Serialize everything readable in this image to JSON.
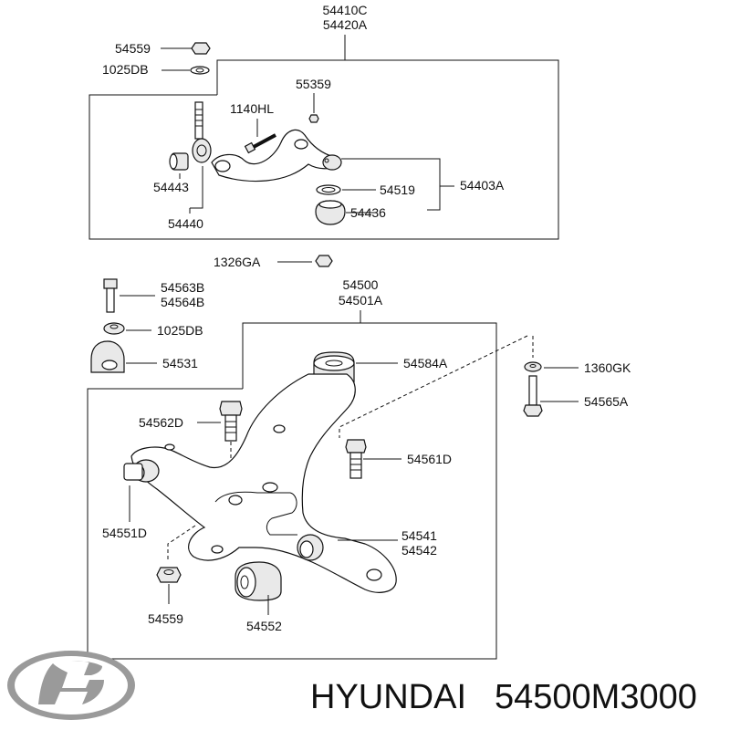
{
  "top_group": {
    "assembly_line1": "54410C",
    "assembly_line2": "54420A",
    "nut": "54559",
    "washer": "1025DB",
    "nut_small": "55359",
    "bolt": "1140HL",
    "bushing": "54443",
    "bushing_assy": "54440",
    "ring": "54519",
    "ball_joint": "54403A",
    "boot": "54436"
  },
  "mid": {
    "nut": "1326GA"
  },
  "lower_group": {
    "assembly_line1": "54500",
    "assembly_line2": "54501A",
    "bolt_line1": "54563B",
    "bolt_line2": "54564B",
    "washer": "1025DB",
    "bracket": "54531",
    "bushing_top": "54584A",
    "washer_right": "1360GK",
    "bolt_right": "54565A",
    "bolt_left": "54562D",
    "bolt_center": "54561D",
    "bushing_front": "54551D",
    "bushing_rear_line1": "54541",
    "bushing_rear_line2": "54542",
    "nut_bottom": "54559",
    "bushing_bottom": "54552"
  },
  "footer": {
    "brand": "HYUNDAI",
    "part_number": "54500M3000"
  }
}
